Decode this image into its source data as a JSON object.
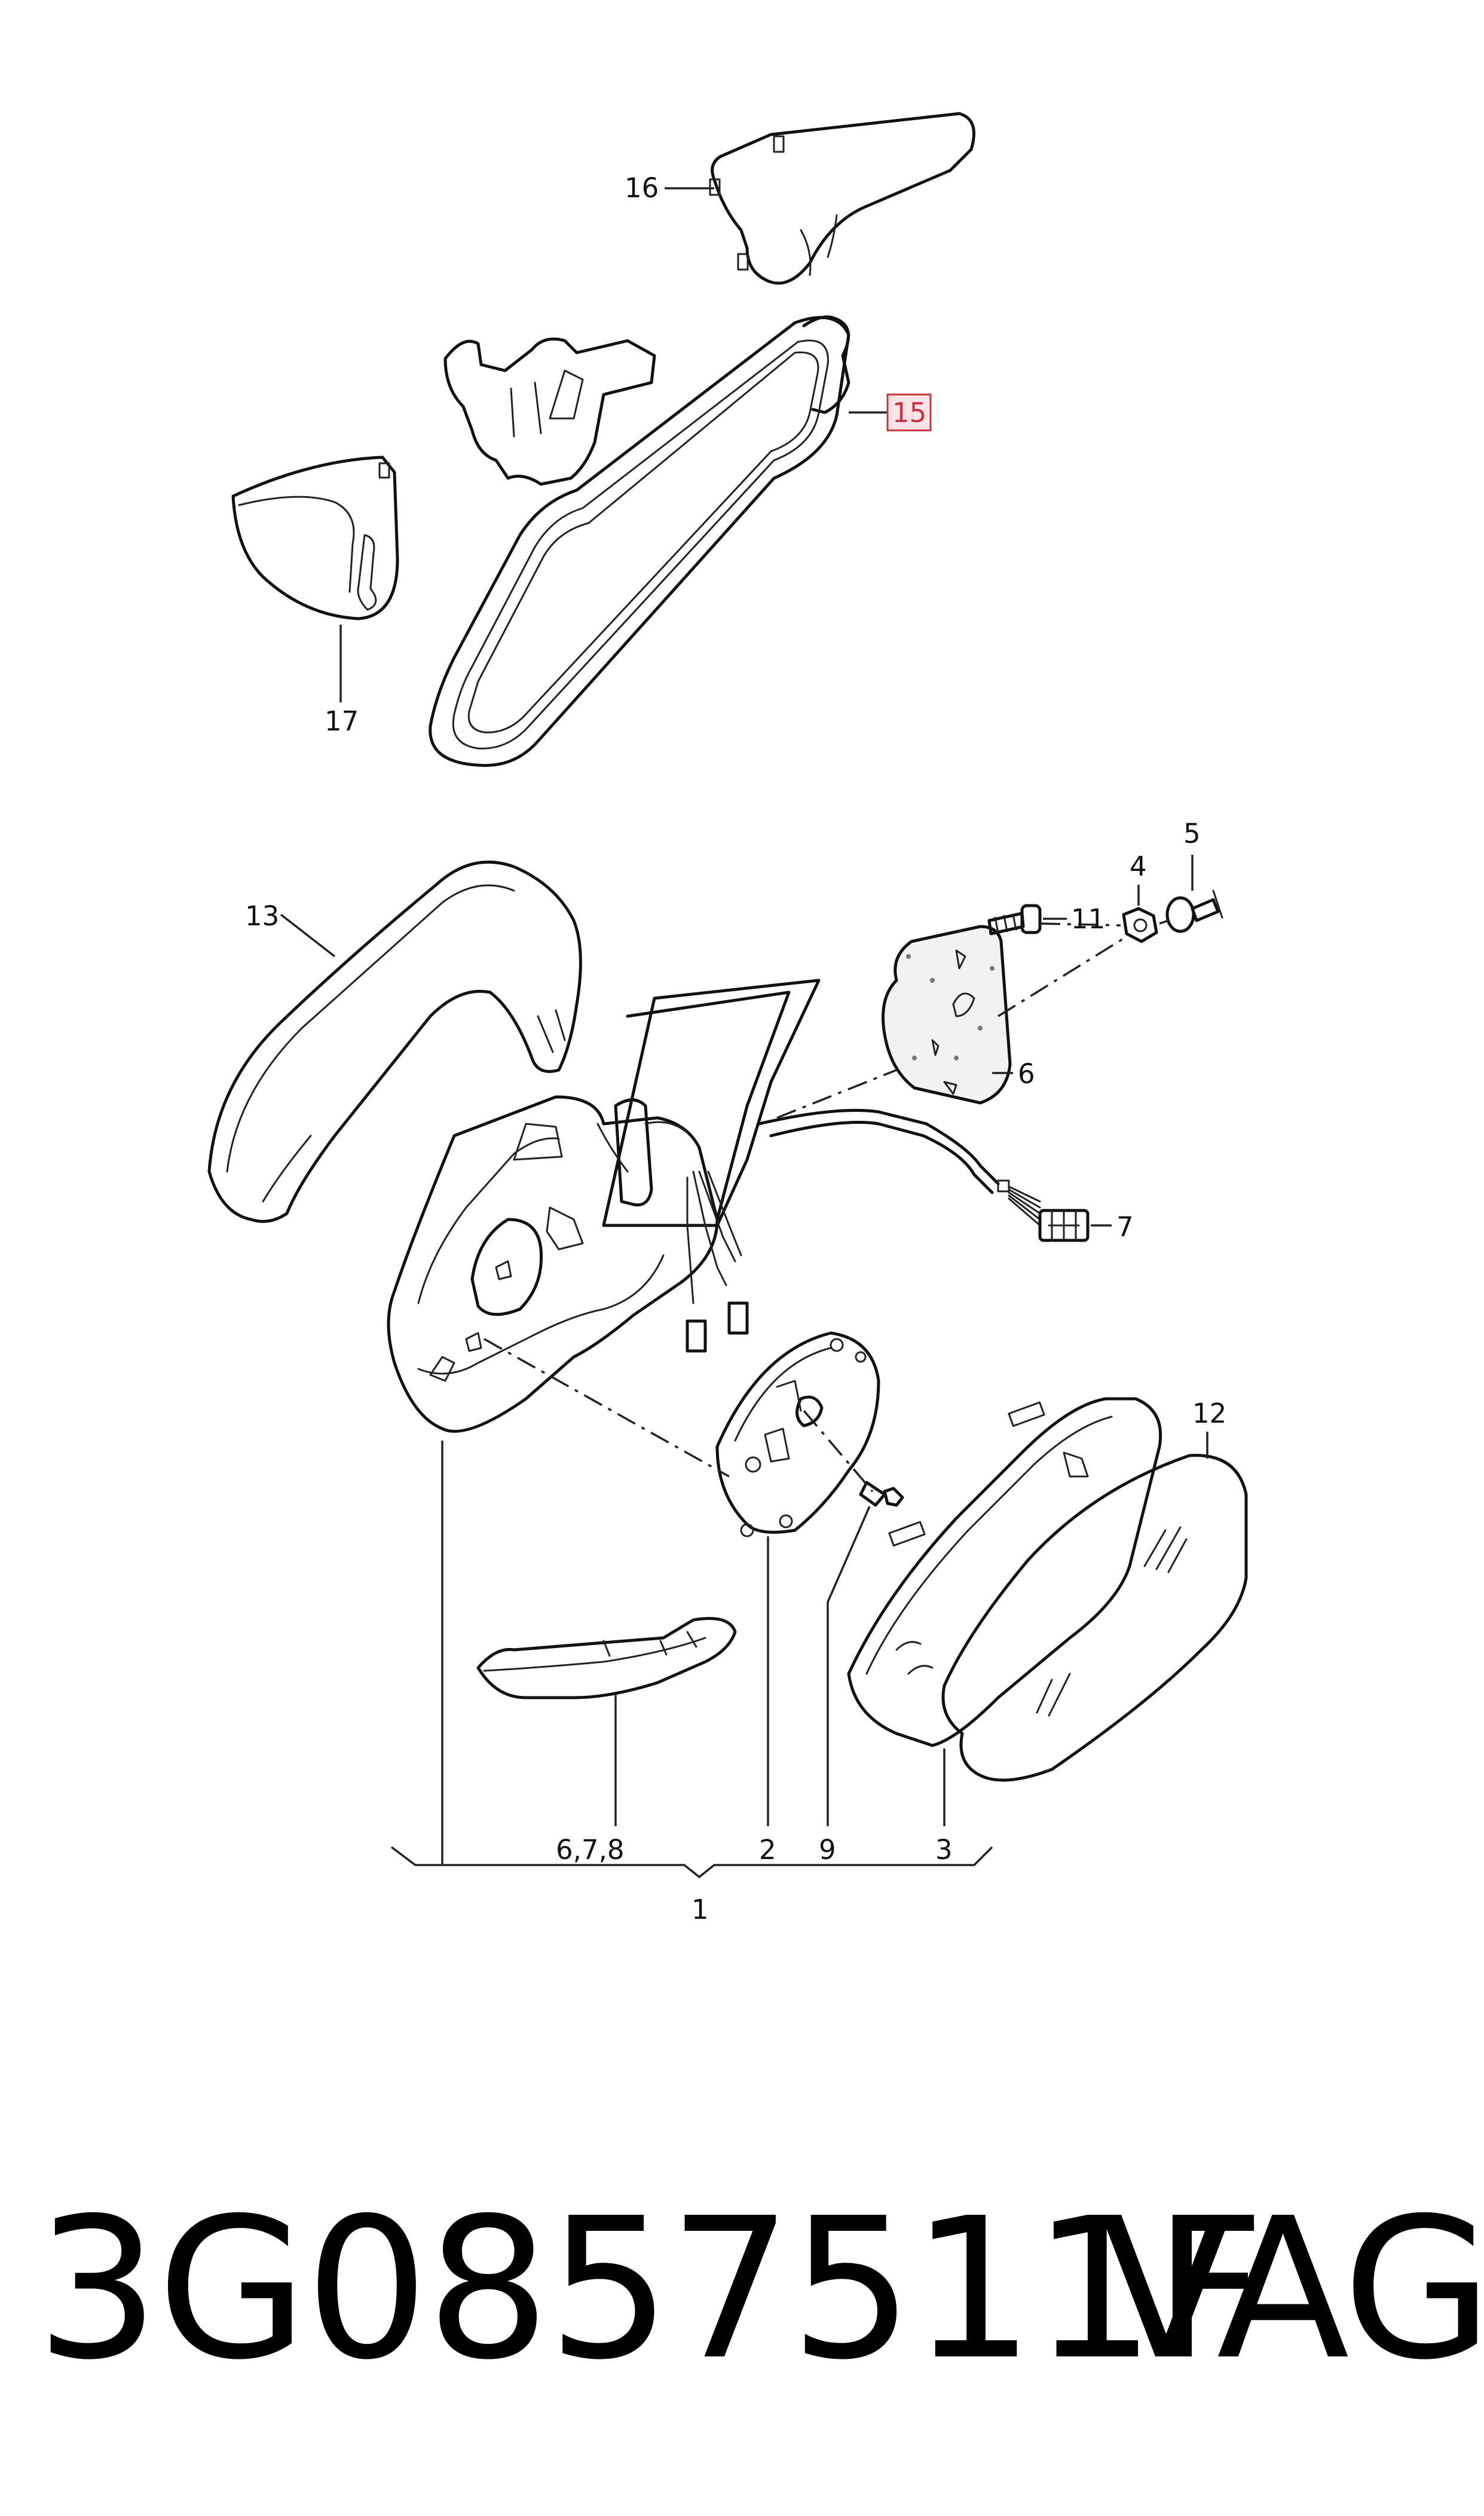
{
  "diagram": {
    "callouts": {
      "c16": "16",
      "c15": "15",
      "c17": "17",
      "c13": "13",
      "c11": "11",
      "c4": "4",
      "c5": "5",
      "c6": "6",
      "c7": "7",
      "c12": "12",
      "c678": "6,7,8",
      "c2": "2",
      "c9": "9",
      "c3": "3",
      "c1": "1"
    },
    "highlighted_callout": "15",
    "highlight_color": "#c8323f"
  },
  "footer": {
    "part_number": "3G0857511F",
    "brand": "VAG"
  }
}
